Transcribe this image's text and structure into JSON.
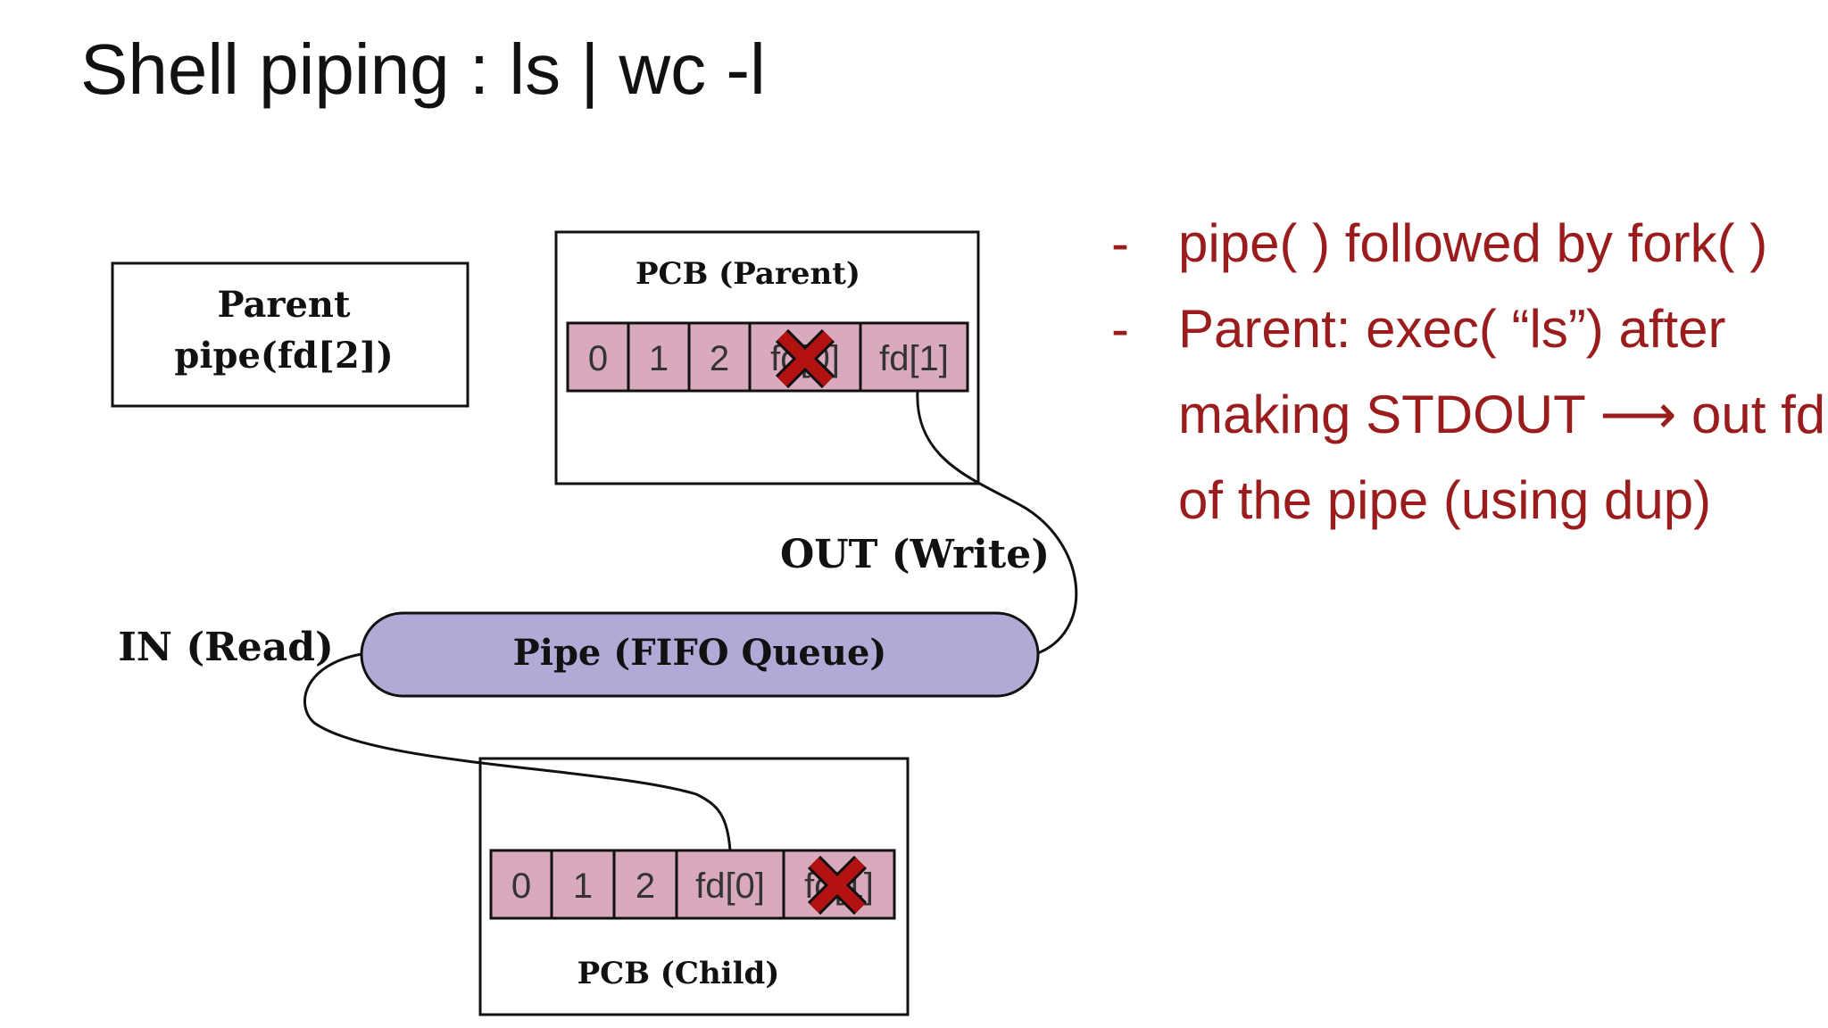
{
  "slide": {
    "title": "Shell piping : ls | wc -l"
  },
  "diagram": {
    "parent_box": {
      "line1": "Parent",
      "line2": "pipe(fd[2])"
    },
    "pcb_parent": {
      "title": "PCB (Parent)",
      "cells": [
        "0",
        "1",
        "2",
        "fd[0]",
        "fd[1]"
      ],
      "closed_cell": "fd[0]"
    },
    "pcb_child": {
      "title": "PCB (Child)",
      "cells": [
        "0",
        "1",
        "2",
        "fd[0]",
        "fd[1]"
      ],
      "closed_cell": "fd[1]"
    },
    "pipe": {
      "label": "Pipe (FIFO Queue)"
    },
    "out_label": "OUT (Write)",
    "in_label": "IN (Read)",
    "colors": {
      "cell_fill": "#d9a9bd",
      "pipe_fill": "#b3a9d6",
      "cross": "#b31212",
      "bullet_text": "#9b1c1c"
    }
  },
  "bullets": [
    {
      "dash": "-",
      "lines": [
        "pipe( ) followed by fork( )"
      ]
    },
    {
      "dash": "-",
      "lines": [
        "Parent: exec( “ls”) after",
        "making STDOUT ⟶  out fd",
        "of the pipe (using dup)"
      ]
    }
  ]
}
